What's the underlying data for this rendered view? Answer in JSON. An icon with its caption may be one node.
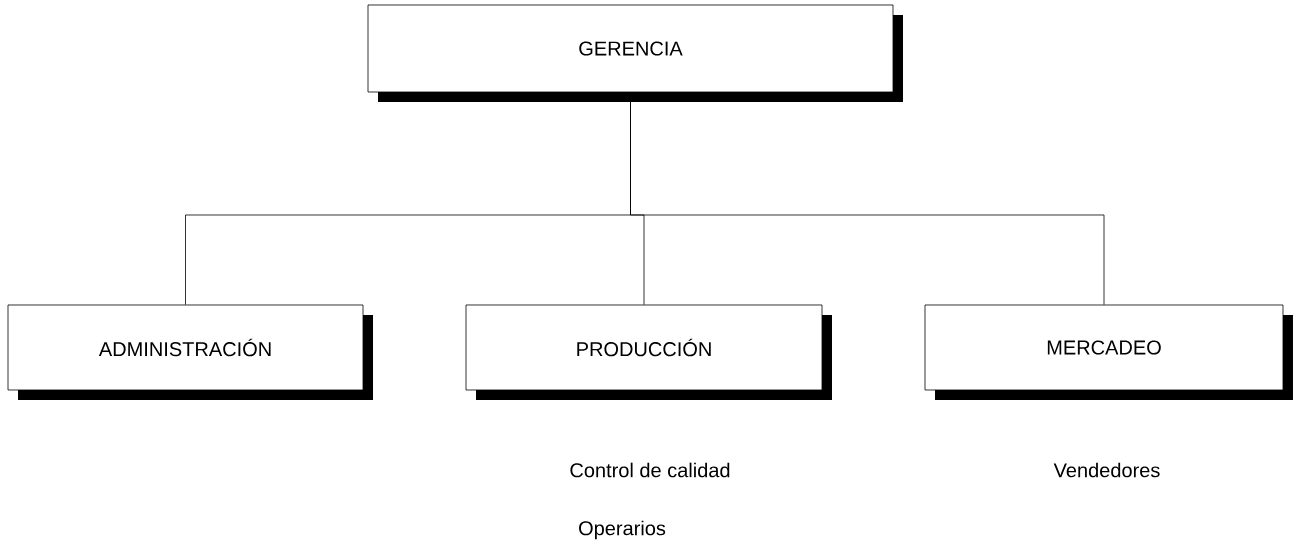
{
  "diagram": {
    "nodes": [
      {
        "text": [
          "GERENCIA"
        ]
      },
      {
        "text": [
          "ADMINISTRACIÓN"
        ]
      },
      {
        "text": [
          "PRODUCCIÓN"
        ],
        "beside": [
          "Control de calidad",
          "Operarios"
        ]
      },
      {
        "text": [
          "MERCADEO"
        ],
        "beside": [
          "Vendedores"
        ]
      }
    ],
    "edges": [
      {
        "from": 0,
        "to": 1,
        "arrow": "none"
      },
      {
        "from": 0,
        "to": 2,
        "arrow": "none"
      },
      {
        "from": 0,
        "to": 3,
        "arrow": "none"
      }
    ]
  }
}
